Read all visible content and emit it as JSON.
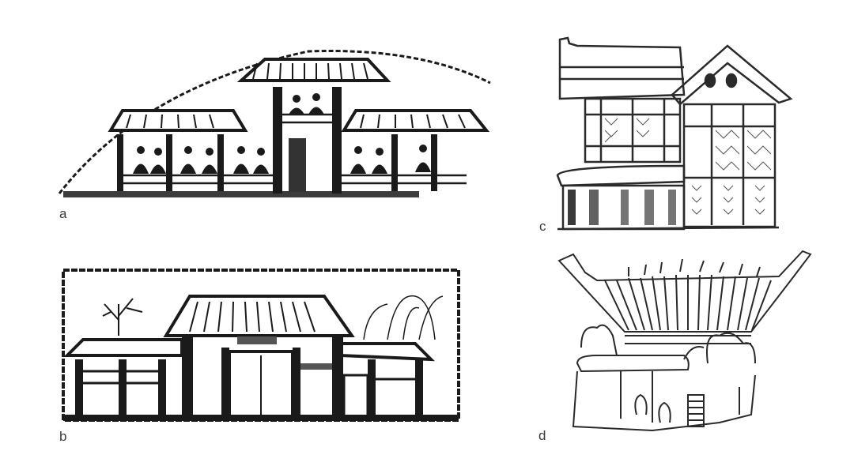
{
  "figure": {
    "panels": [
      {
        "id": "a",
        "label": "a",
        "subject": "rubbing of a gate tower with flanking galleries and seated figures under an arched outline"
      },
      {
        "id": "b",
        "label": "b",
        "subject": "rubbing of a walled compound gateway with tiled roofs and trees"
      },
      {
        "id": "c",
        "label": "c",
        "subject": "line drawing of a two-storey building model with lattice and herringbone patterns"
      },
      {
        "id": "d",
        "label": "d",
        "subject": "line drawing of a pavilion model with radiating rafters and figures"
      }
    ],
    "colors": {
      "ink": "#1a1a1a",
      "line": "#2a2a2a",
      "paper": "#ffffff",
      "label": "#3a3a3a"
    }
  }
}
